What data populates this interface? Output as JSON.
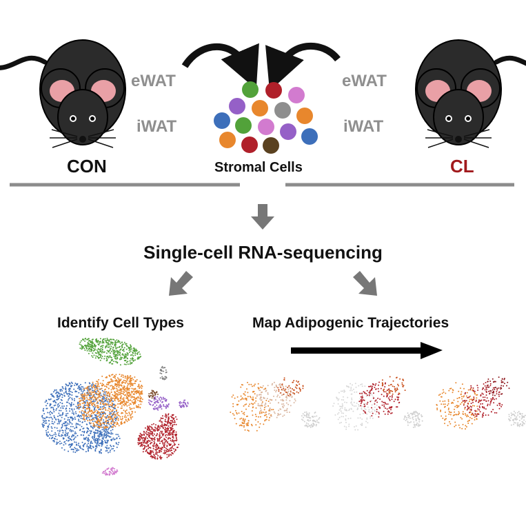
{
  "groups": {
    "control": {
      "label": "CON",
      "tissues": [
        "eWAT",
        "iWAT"
      ]
    },
    "treated": {
      "label": "CL",
      "tissues": [
        "eWAT",
        "iWAT"
      ]
    }
  },
  "center": {
    "label": "Stromal Cells"
  },
  "method": {
    "label": "Single-cell RNA-sequencing"
  },
  "outputs": {
    "left": {
      "label": "Identify Cell Types"
    },
    "right": {
      "label": "Map Adipogenic Trajectories"
    }
  },
  "colors": {
    "mouse_body": "#2b2b2b",
    "mouse_ear_inner": "#e9a0a6",
    "cl_label": "#a11a1d",
    "tissue_text": "#8f8f8f",
    "separator": "#8c8c8c",
    "arrow": "#777777",
    "cluster_blue": "#3d6fba",
    "cluster_orange": "#e8872d",
    "cluster_green": "#52a23a",
    "cluster_red": "#b0202a",
    "cluster_purple": "#9560c7",
    "cluster_brown": "#7a4a2a",
    "cluster_pink": "#d27bcf",
    "cluster_gray": "#7f7f7f"
  }
}
